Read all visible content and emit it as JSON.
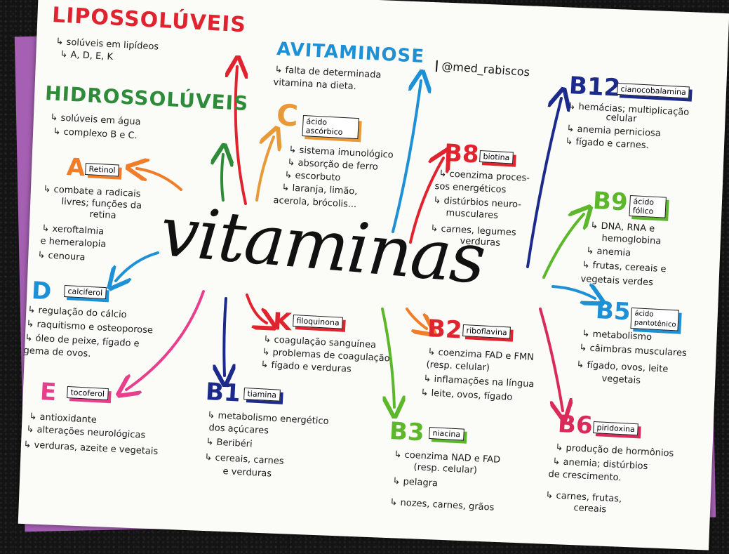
{
  "title": "vitaminas",
  "handle": "@med_rabiscos",
  "lipossoluveis": {
    "heading": "LIPOSSOLÚVEIS",
    "lines": [
      "solúveis em lipídeos",
      "A, D, E, K"
    ]
  },
  "hidrossoluveis": {
    "heading": "HIDROSSOLÚVEIS",
    "lines": [
      "solúveis em água",
      "complexo B e C."
    ]
  },
  "avitaminose": {
    "heading": "AVITAMINOSE",
    "lines": [
      "falta de determinada",
      "vitamina na dieta."
    ]
  },
  "a": {
    "letter": "A",
    "tag": "Retinol",
    "lines": [
      "combate a radicais",
      "livres; funções da",
      "retina",
      "xeroftalmia",
      "e hemeralopia",
      "cenoura"
    ]
  },
  "c": {
    "letter": "C",
    "tag": "ácido ascórbico",
    "lines": [
      "sistema imunológico",
      "absorção de ferro",
      "escorbuto",
      "laranja, limão,",
      "acerola, brócolis..."
    ]
  },
  "d": {
    "letter": "D",
    "tag": "calciferol",
    "lines": [
      "regulação do cálcio",
      "raquitismo e osteoporose",
      "óleo de peixe, fígado e",
      "gema de ovos."
    ]
  },
  "e": {
    "letter": "E",
    "tag": "tocoferol",
    "lines": [
      "antioxidante",
      "alterações neurológicas",
      "verduras, azeite e vegetais"
    ]
  },
  "k": {
    "letter": "K",
    "tag": "filoquinona",
    "lines": [
      "coagulação sanguínea",
      "problemas de coagulação",
      "fígado e verduras"
    ]
  },
  "b1": {
    "letter": "B1",
    "tag": "tiamina",
    "lines": [
      "metabolismo energético",
      "dos açúcares",
      "Beribéri",
      "cereais, carnes",
      "e verduras"
    ]
  },
  "b2": {
    "letter": "B2",
    "tag": "riboflavina",
    "lines": [
      "coenzima FAD e FMN",
      "(resp. celular)",
      "inflamações na língua",
      "leite, ovos, fígado"
    ]
  },
  "b3": {
    "letter": "B3",
    "tag": "niacina",
    "lines": [
      "coenzima NAD e FAD",
      "(resp. celular)",
      "pelagra",
      "nozes, carnes, grãos"
    ]
  },
  "b5": {
    "letter": "B5",
    "tag": "ácido pantotênico",
    "lines": [
      "metabolismo",
      "câimbras musculares",
      "fígado, ovos, leite",
      "vegetais"
    ]
  },
  "b6": {
    "letter": "B6",
    "tag": "piridoxina",
    "lines": [
      "produção de hormônios",
      "anemia; distúrbios",
      "de crescimento.",
      "carnes, frutas,",
      "cereais"
    ]
  },
  "b8": {
    "letter": "B8",
    "tag": "biotina",
    "lines": [
      "coenzima proces-",
      "sos energéticos",
      "distúrbios neuro-",
      "musculares",
      "carnes, legumes",
      "verduras"
    ]
  },
  "b9": {
    "letter": "B9",
    "tag": "ácido fólico",
    "lines": [
      "DNA, RNA e",
      "hemoglobina",
      "anemia",
      "frutas, cereais e",
      "vegetais verdes"
    ]
  },
  "b12": {
    "letter": "B12",
    "tag": "cianocobalamina",
    "lines": [
      "hemácias; multiplicação",
      "celular",
      "anemia perniciosa",
      "fígado e carnes."
    ]
  },
  "colors": {
    "red": "#e0242f",
    "green": "#2e8b3a",
    "blue": "#1e90d6",
    "orange": "#f07d2a",
    "navy": "#1c2a8c",
    "pink": "#e83f8c",
    "lime": "#5cb82a",
    "purple": "#a660b3",
    "magenta": "#d92a5a"
  }
}
